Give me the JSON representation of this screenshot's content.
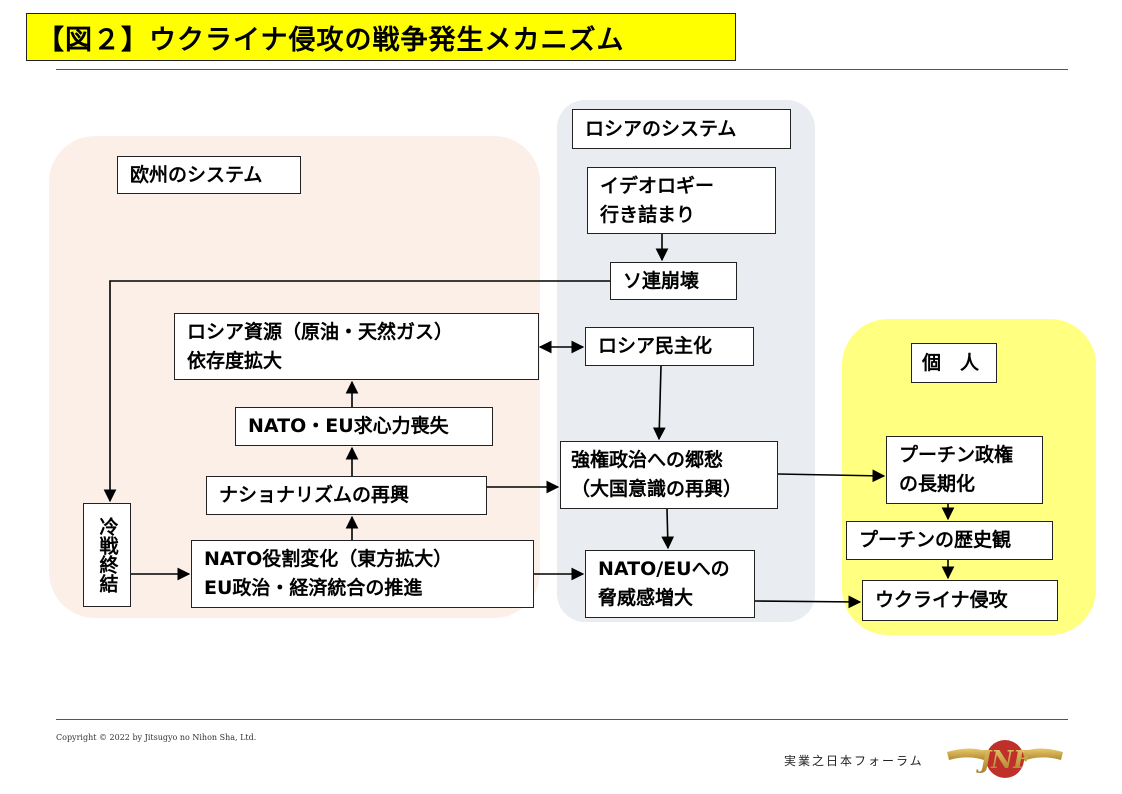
{
  "title": "【図２】ウクライナ侵攻の戦争発生メカニズム",
  "regions": {
    "europe": {
      "label": "欧州のシステム",
      "color": "#fbefe8"
    },
    "russia": {
      "label": "ロシアのシステム",
      "color": "#e9ecf0"
    },
    "individual": {
      "label": "個　人",
      "color": "#ffff80"
    }
  },
  "nodes": {
    "ideology": {
      "lines": [
        "イデオロギー",
        "行き詰まり"
      ]
    },
    "ussr_collapse": {
      "lines": [
        "ソ連崩壊"
      ]
    },
    "russia_democratization": {
      "lines": [
        "ロシア民主化"
      ]
    },
    "strong_politics": {
      "lines": [
        "強権政治への郷愁",
        "（大国意識の再興）"
      ]
    },
    "nato_eu_threat": {
      "lines": [
        "NATO/EUへの",
        "脅威感増大"
      ]
    },
    "resource_dependency": {
      "lines": [
        "ロシア資源（原油・天然ガス）",
        "依存度拡大"
      ]
    },
    "nato_eu_loss": {
      "lines": [
        "NATO・EU求心力喪失"
      ]
    },
    "nationalism": {
      "lines": [
        "ナショナリズムの再興"
      ]
    },
    "nato_role_change": {
      "lines": [
        "NATO役割変化（東方拡大）",
        "EU政治・経済統合の推進"
      ]
    },
    "cold_war_end": {
      "text": "冷戦終結"
    },
    "putin_long_term": {
      "lines": [
        "プーチン政権",
        "の長期化"
      ]
    },
    "putin_history": {
      "lines": [
        "プーチンの歴史観"
      ]
    },
    "ukraine_invasion": {
      "lines": [
        "ウクライナ侵攻"
      ]
    }
  },
  "footer": {
    "copyright": "Copyright © 2022 by Jitsugyo no Nihon Sha, Ltd.",
    "forum": "実業之日本フォーラム",
    "logo_text": "JNF"
  }
}
